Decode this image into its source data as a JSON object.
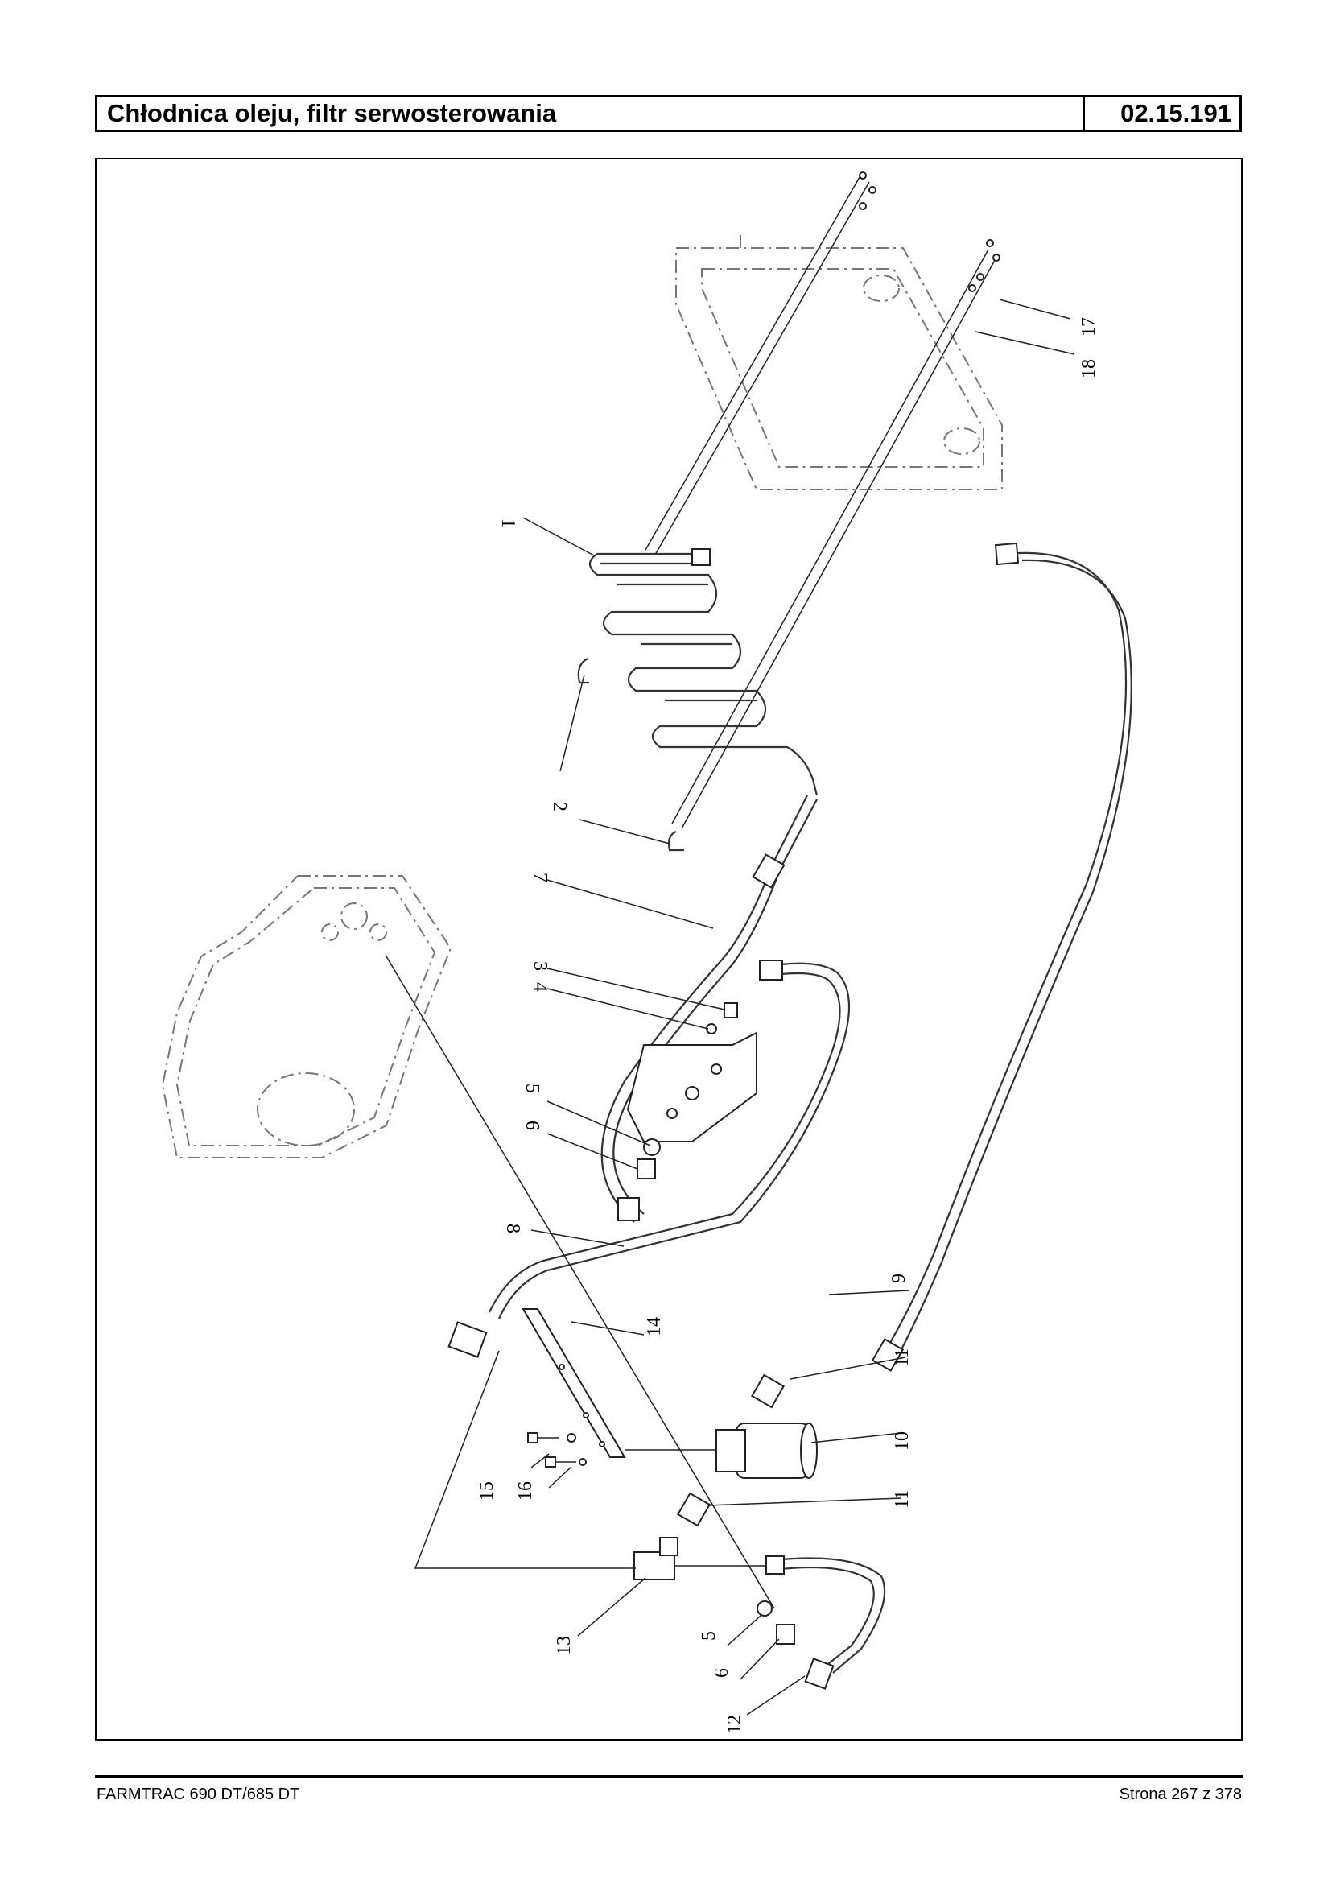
{
  "header": {
    "title": "Chłodnica oleju, filtr serwosterowania",
    "code": "02.15.191"
  },
  "diagram": {
    "callouts": [
      "1",
      "2",
      "3",
      "4",
      "5",
      "6",
      "7",
      "8",
      "9",
      "10",
      "11",
      "11",
      "12",
      "13",
      "14",
      "15",
      "16",
      "17",
      "18",
      "5",
      "6"
    ]
  },
  "footer": {
    "left": "FARMTRAC 690 DT/685 DT",
    "right": "Strona 267 z 378"
  }
}
